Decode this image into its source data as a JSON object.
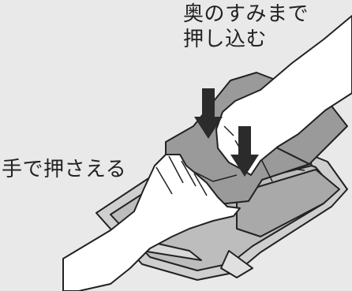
{
  "labels": {
    "push_into_corners_line1": "奥のすみまで",
    "push_into_corners_line2": "押し込む",
    "hold_with_hand": "手で押さえる"
  },
  "colors": {
    "background": "#e9e9e9",
    "paper": "#9a9a9a",
    "tray": "#bdbdbd",
    "skin": "#ffffff",
    "outline": "#222222"
  },
  "icons": {
    "push_arrows": "down-arrow-icon"
  }
}
